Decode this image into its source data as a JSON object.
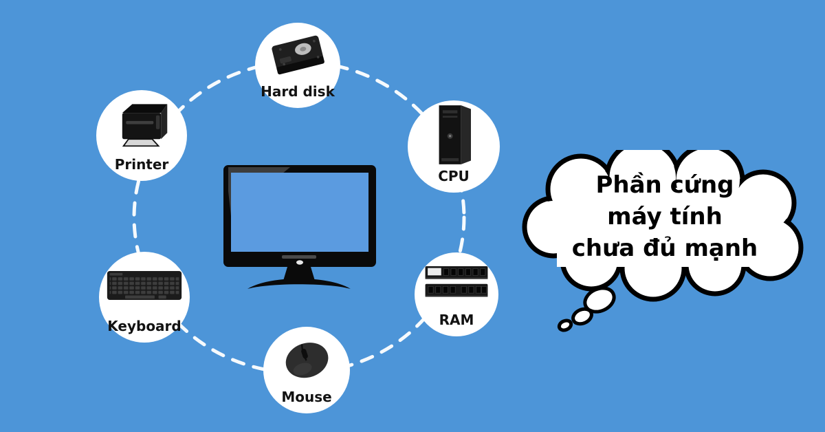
{
  "diagram": {
    "nodes": [
      {
        "id": "hard-disk",
        "label": "Hard disk",
        "icon": "hard-disk-icon"
      },
      {
        "id": "printer",
        "label": "Printer",
        "icon": "printer-icon"
      },
      {
        "id": "cpu",
        "label": "CPU",
        "icon": "cpu-tower-icon"
      },
      {
        "id": "ram",
        "label": "RAM",
        "icon": "ram-icon"
      },
      {
        "id": "keyboard",
        "label": "Keyboard",
        "icon": "keyboard-icon"
      },
      {
        "id": "mouse",
        "label": "Mouse",
        "icon": "mouse-icon"
      }
    ],
    "center_icon": "monitor-icon",
    "connector": {
      "shape": "dashed-ellipse",
      "color": "#ffffff"
    }
  },
  "thought_bubble": {
    "lines": [
      "Phần cứng",
      "máy tính",
      "chưa đủ mạnh"
    ],
    "fill": "#ffffff",
    "outline_color": "#000000",
    "text_color": "#000000"
  },
  "colors": {
    "background": "#4d95d8",
    "monitor_screen": "#5b9be0",
    "node_circle": "#ffffff",
    "label_text": "#121212"
  }
}
